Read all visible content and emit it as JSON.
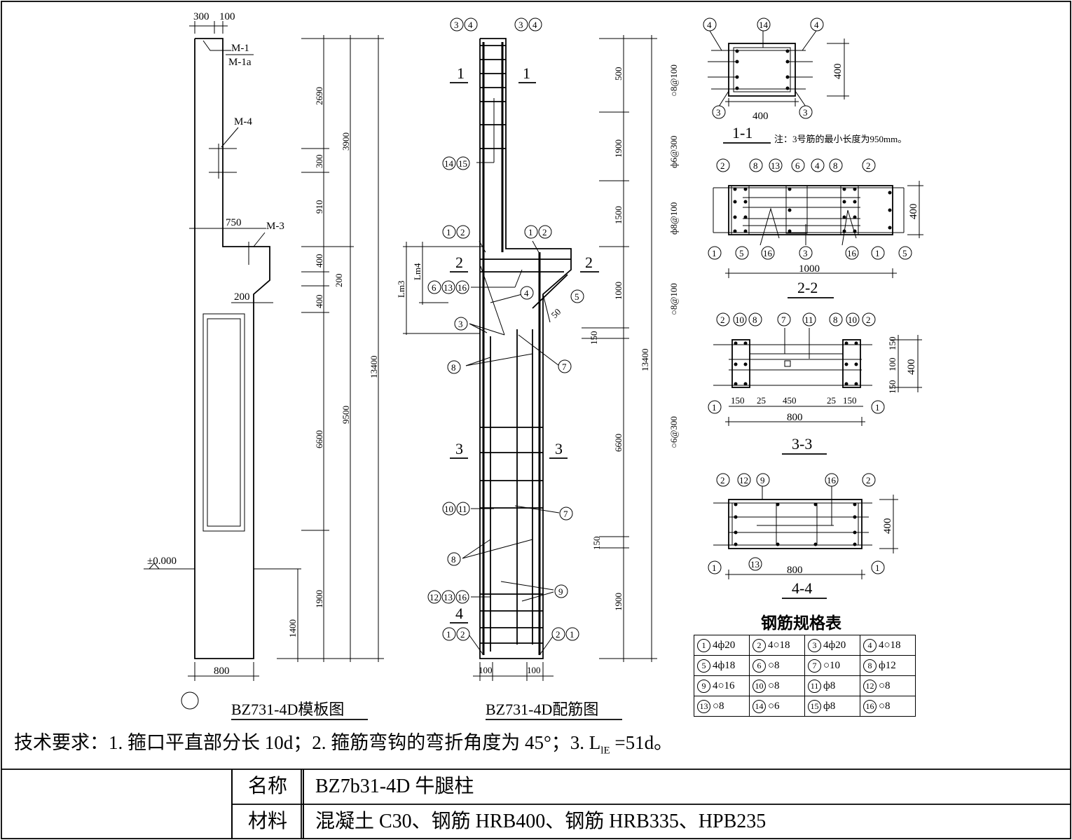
{
  "tech_requirements": "技术要求：1. 箍口平直部分长 10d；2. 箍筋弯钩的弯折角度为 45°；3. L",
  "tech_sub": "lE",
  "tech_tail": " =51d。",
  "title_block": {
    "name_label": "名称",
    "name_value": "BZ7b31-4D 牛腿柱",
    "material_label": "材料",
    "material_value": "混凝土 C30、钢筋 HRB400、钢筋 HRB335、HPB235"
  },
  "formwork": {
    "title": "BZ731-4D模板图",
    "dims": {
      "d300": "300",
      "d100": "100",
      "d750": "750",
      "d200": "200",
      "d800": "800",
      "d2690": "2690",
      "d300b": "300",
      "d910": "910",
      "d400a": "400",
      "d200b": "200",
      "d400b": "400",
      "d6600": "6600",
      "d1900": "1900",
      "d1400": "1400",
      "d3900": "3900",
      "d9500": "9500",
      "d13400": "13400"
    },
    "labels": {
      "m1": "M-1",
      "m1a": "M-1a",
      "m4": "M-4",
      "m3": "M-3",
      "elev": "±0.000"
    }
  },
  "rebar": {
    "title": "BZ731-4D配筋图",
    "section_marks": [
      "1",
      "2",
      "3",
      "4"
    ],
    "dims": {
      "d500": "500",
      "d1900": "1900",
      "d1500": "1500",
      "d1000": "1000",
      "d150": "150",
      "d6600": "6600",
      "d150b": "150",
      "d1900b": "1900",
      "d13400": "13400",
      "d100a": "100",
      "d100b": "100",
      "d50": "50"
    },
    "spacing": [
      "○8@100",
      "ф6@300",
      "ф8@100",
      "○8@100",
      "○6@300"
    ],
    "lm3": "Lm3",
    "lm4": "Lm4",
    "callouts": {
      "c34": "③④",
      "c1415": "⑭⑮",
      "c12": "①②",
      "c61316": "⑥⑬⑯",
      "c4": "④",
      "c5": "⑤",
      "c3": "③",
      "c8": "⑧",
      "c7": "⑦",
      "c1011": "⑩⑪",
      "c9": "⑨",
      "c121316": "⑫⑬⑯",
      "c21": "②①"
    }
  },
  "sections": {
    "s11": {
      "title": "1-1",
      "width": "400",
      "height": "400",
      "note": "注：3号筋的最小长度为950mm。",
      "marks": [
        "4",
        "14",
        "4",
        "3",
        "3"
      ]
    },
    "s22": {
      "title": "2-2",
      "width": "1000",
      "height": "400",
      "top_marks": [
        "2",
        "8",
        "13",
        "6",
        "4",
        "8",
        "2"
      ],
      "bottom_marks": [
        "1",
        "5",
        "16",
        "3",
        "16",
        "1",
        "5"
      ]
    },
    "s33": {
      "title": "3-3",
      "width": "800",
      "height": "400",
      "top_marks": [
        "2",
        "10",
        "8",
        "7",
        "11",
        "8",
        "10",
        "2"
      ],
      "bottom_marks": [
        "1",
        "1"
      ],
      "dims": [
        "150",
        "25",
        "450",
        "25",
        "150"
      ],
      "vdims": [
        "150",
        "100",
        "150"
      ]
    },
    "s44": {
      "title": "4-4",
      "width": "800",
      "height": "400",
      "top_marks": [
        "2",
        "12",
        "9",
        "16",
        "2"
      ],
      "bottom_marks": [
        "1",
        "13",
        "1"
      ]
    }
  },
  "spec_table": {
    "title": "钢筋规格表",
    "rows": [
      [
        {
          "n": "1",
          "v": "4ф20"
        },
        {
          "n": "2",
          "v": "4○18"
        },
        {
          "n": "3",
          "v": "4ф20"
        },
        {
          "n": "4",
          "v": "4○18"
        }
      ],
      [
        {
          "n": "5",
          "v": "4ф18"
        },
        {
          "n": "6",
          "v": "○8"
        },
        {
          "n": "7",
          "v": "○10"
        },
        {
          "n": "8",
          "v": "ф12"
        }
      ],
      [
        {
          "n": "9",
          "v": "4○16"
        },
        {
          "n": "10",
          "v": "○8"
        },
        {
          "n": "11",
          "v": "ф8"
        },
        {
          "n": "12",
          "v": "○8"
        }
      ],
      [
        {
          "n": "13",
          "v": "○8"
        },
        {
          "n": "14",
          "v": "○6"
        },
        {
          "n": "15",
          "v": "ф8"
        },
        {
          "n": "16",
          "v": "○8"
        }
      ]
    ]
  }
}
